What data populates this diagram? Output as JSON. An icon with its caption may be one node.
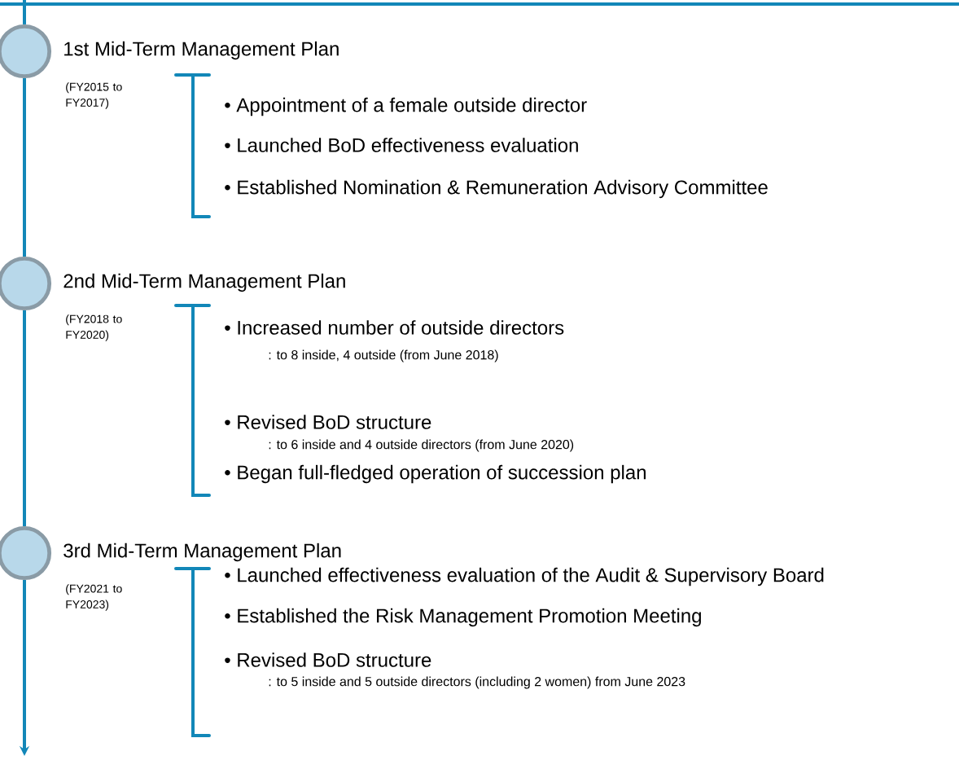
{
  "diagram": {
    "nodes": [
      {
        "text": [
          "1st Mid-Term Management Plan"
        ],
        "beside": [
          "(FY2015 to FY2017)"
        ]
      },
      {
        "text": [
          "2nd Mid-Term Management Plan"
        ],
        "beside": [
          "(FY2018 to FY2020)"
        ]
      },
      {
        "text": [
          "3rd Mid-Term Management Plan"
        ],
        "beside": [
          "(FY2021 to FY2023)"
        ]
      }
    ],
    "edges": [
      {
        "from": null,
        "to": 0,
        "arrow": "none"
      },
      {
        "from": 0,
        "to": 1,
        "arrow": "none"
      },
      {
        "from": 1,
        "to": 2,
        "arrow": "none"
      },
      {
        "from": 2,
        "to": null,
        "arrow": "to"
      }
    ],
    "labels": [
      "• Appointment of a female outside director",
      "• Launched BoD effectiveness evaluation",
      "• Established Nomination & Remuneration Advisory Committee",
      "• Increased number of outside directors",
      ": to 8 inside, 4 outside (from June 2018)",
      "• Revised BoD structure",
      ": to 6 inside and 4 outside directors (from June 2020)",
      "• Began full-fledged operation of succession plan",
      "• Launched effectiveness evaluation of the Audit & Supervisory Board",
      "• Established the Risk Management Promotion Meeting",
      "• Revised BoD structure",
      ": to 5 inside and 5 outside directors (including 2 women) from June 2023"
    ]
  }
}
